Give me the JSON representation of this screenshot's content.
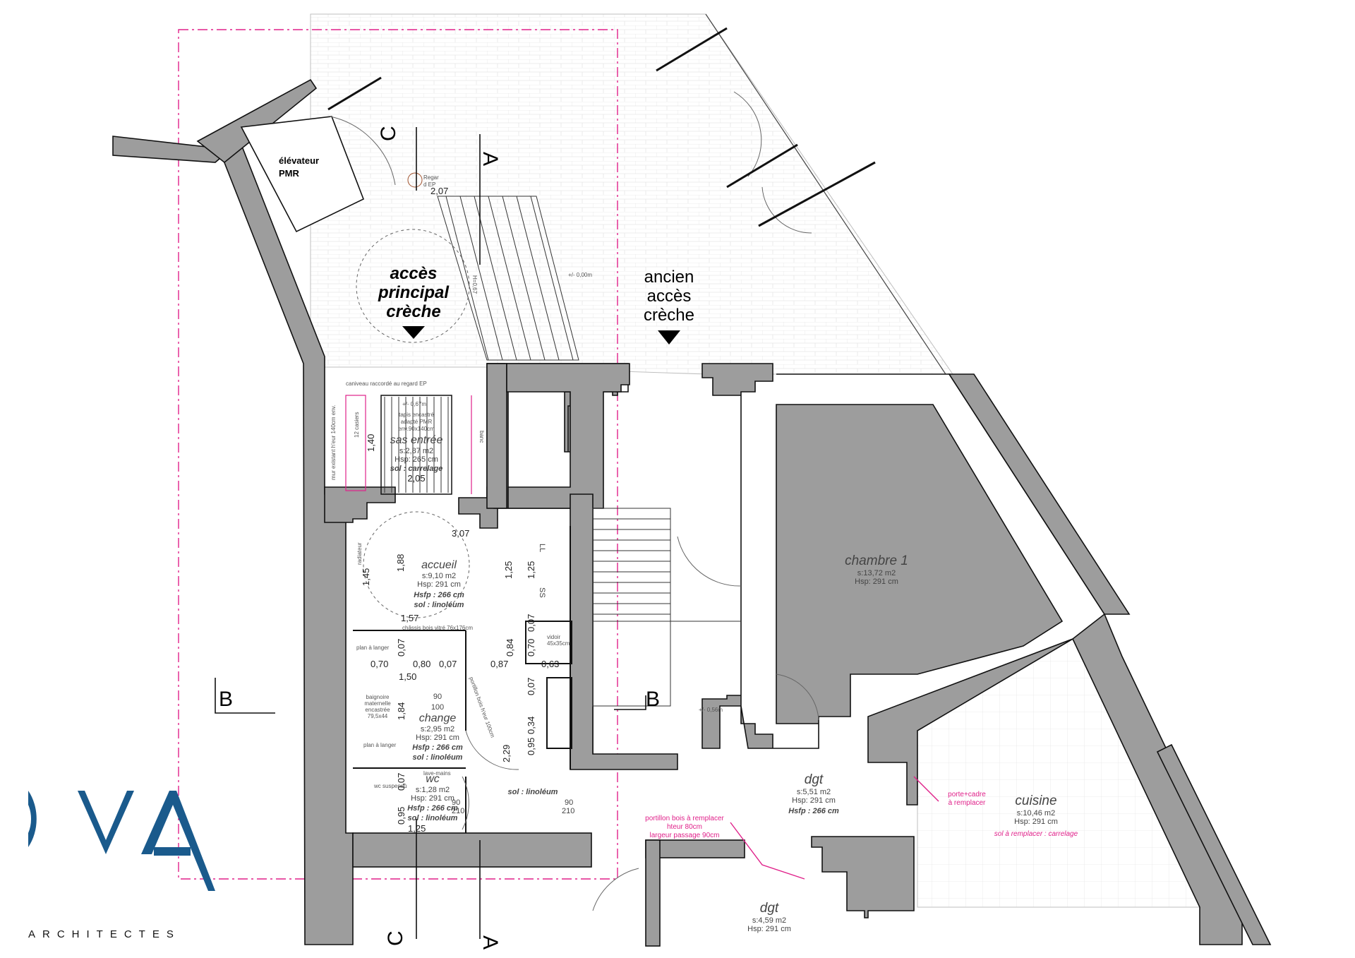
{
  "firm": {
    "logo_letters": "RVA",
    "name": "ARCHITECTES",
    "logo_color": "#1a5a8c"
  },
  "colors": {
    "wall": "#9d9d9d",
    "wall_stroke": "#111111",
    "pink": "#e0218a",
    "hatch": "#d5d5d5"
  },
  "section_markers": {
    "a_top": "A",
    "a_bottom": "A",
    "b_left": "B",
    "b_right": "B",
    "c_top": "C",
    "c_bottom": "C"
  },
  "exterior": {
    "elevator": {
      "line1": "élévateur",
      "line2": "PMR"
    },
    "main_access": {
      "line1": "accès",
      "line2": "principal",
      "line3": "crèche"
    },
    "old_access": {
      "line1": "ancien",
      "line2": "accès",
      "line3": "crèche"
    },
    "regard_line1": "Regar",
    "regard_line2": "d EP",
    "stair_width": "2,07",
    "level_outside": "+/- 0,00m",
    "caniveau": "caniveau raccordé au regard EP",
    "ramp_label": "H=0,67"
  },
  "rooms": {
    "sas": {
      "name": "sas entrée",
      "surface": "s:2,87 m2",
      "height": "Hsp: 265 cm",
      "floor": "sol : carrelage",
      "level": "+/- 0,67m",
      "tapis_line1": "tapis encastré",
      "tapis_line2": "adapté PMR",
      "tapis_line3": "env.90x140cm",
      "casiers": "12 casiers",
      "banc": "banc",
      "mur_note": "mur existant h'eur 140cm env.",
      "dim_width": "2,05",
      "dim_height": "1,40"
    },
    "accueil": {
      "name": "accueil",
      "surface": "s:9,10 m2",
      "height": "Hsp: 291 cm",
      "hsfp": "Hsfp : 266 cm",
      "floor": "sol : linoléum",
      "radiateur": "radiateur",
      "ll": "LL",
      "ss": "SS",
      "dims": {
        "top": "3,07",
        "h188": "1,88",
        "h145": "1,45",
        "h125a": "1,25",
        "h125b": "1,25",
        "w157": "1,57"
      }
    },
    "chassis": "châssis bois vitré 76x176cm",
    "change": {
      "name": "change",
      "surface": "s:2,95 m2",
      "height": "Hsp: 291 cm",
      "hsfp": "Hsfp : 266 cm",
      "floor": "sol : linoléum",
      "plan_langer_top": "plan à langer",
      "plan_langer_bottom": "plan à langer",
      "baignoire_line1": "baignoire",
      "baignoire_line2": "maternelle",
      "baignoire_line3": "encastrée",
      "baignoire_line4": "79,5x44",
      "portillon": "portillon bois h'eur 100cm",
      "vidoir": "vidoir",
      "vidoir_size": "45x35cm",
      "door_w": "90",
      "door_h": "100",
      "dims": {
        "d007a": "0,07",
        "d070": "0,70",
        "d080": "0,80",
        "d007b": "0,07",
        "d150": "1,50",
        "d184": "1,84",
        "d084": "0,84",
        "d087": "0,87",
        "d070b": "0,70",
        "d007c": "0,07",
        "d063": "0,63",
        "d007d": "0,07",
        "d034": "0,34",
        "d095": "0,95",
        "d229": "2,29"
      }
    },
    "wc": {
      "name": "wc",
      "surface": "s:1,28 m2",
      "height": "Hsp: 291 cm",
      "hsfp": "Hsfp : 266 cm",
      "floor": "sol : linoléum",
      "suspendu": "wc suspendu",
      "lave_mains": "lave-mains",
      "d007": "0,07",
      "d095": "0,95",
      "d125": "1,25",
      "d90": "90",
      "d210": "210"
    },
    "corridor": {
      "floor": "sol : linoléum",
      "door_w": "90",
      "door_h": "210",
      "level": "+/- 0,56m"
    },
    "chambre1": {
      "name": "chambre 1",
      "surface": "s:13,72 m2",
      "height": "Hsp: 291 cm"
    },
    "dgt1": {
      "name": "dgt",
      "surface": "s:5,51 m2",
      "height": "Hsp: 291 cm",
      "hsfp": "Hsfp : 266 cm"
    },
    "cuisine": {
      "name": "cuisine",
      "surface": "s:10,46 m2",
      "height": "Hsp: 291 cm",
      "floor_note": "sol à remplacer : carrelage"
    },
    "dgt2": {
      "name": "dgt",
      "surface": "s:4,59 m2",
      "height": "Hsp: 291 cm"
    }
  },
  "notes": {
    "portillon_line1": "portillon bois à remplacer",
    "portillon_line2": "hteur 80cm",
    "portillon_line3": "largeur passage 90cm",
    "porte_line1": "porte+cadre",
    "porte_line2": "à remplacer"
  }
}
